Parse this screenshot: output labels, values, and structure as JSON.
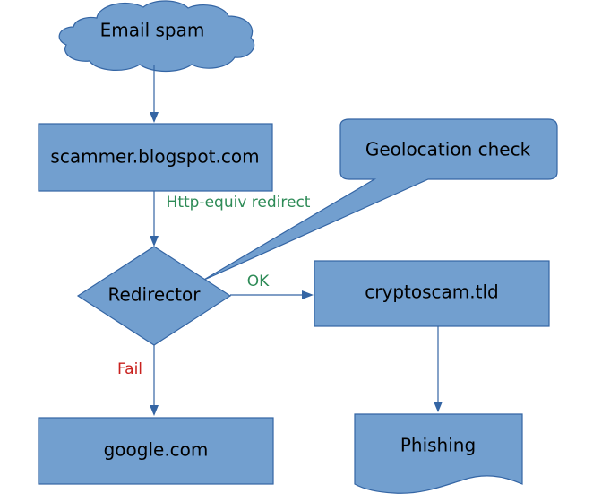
{
  "nodes": {
    "email_spam": "Email spam",
    "scammer_blog": "scammer.blogspot.com",
    "geolocation_check": "Geolocation check",
    "redirector": "Redirector",
    "cryptoscam": "cryptoscam.tld",
    "google": "google.com",
    "phishing": "Phishing"
  },
  "edge_labels": {
    "http_equiv": "Http-equiv redirect",
    "ok": "OK",
    "fail": "Fail"
  },
  "colors": {
    "shape_fill": "#729fcf",
    "shape_stroke": "#3465a4",
    "label_ok_green": "#2e8b57",
    "label_fail_red": "#c9211e"
  }
}
